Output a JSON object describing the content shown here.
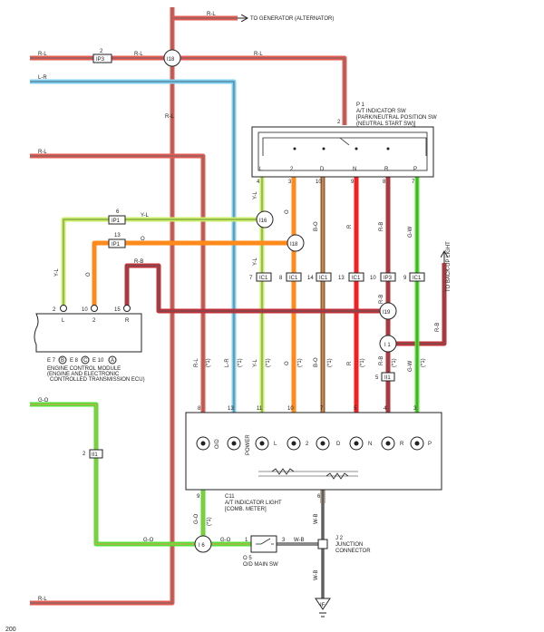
{
  "labels": {
    "to_generator": "TO GENERATOR (ALTERNATOR)",
    "to_backup": "TO BACK-UP LIGHT",
    "p1_id": "P 1",
    "p1_l1": "A/T INDICATOR SW",
    "p1_l2": "[PARK/NEUTRAL POSITION SW",
    "p1_l3": "(NEUTRAL START SW)]",
    "ecm_l1": "ENGINE CONTROL MODULE",
    "ecm_l2": "(ENGINE AND ELECTRONIC",
    "ecm_l3": "CONTROLLED TRANSMISSION ECU)",
    "ecm_e7": "E 7",
    "ecm_e8": "E 8",
    "ecm_e10": "E 10",
    "ecm_b": "B",
    "ecm_c": "C",
    "ecm_a": "A",
    "c11_id": "C11",
    "c11_l1": "A/T INDICATOR LIGHT",
    "c11_l2": "[COMB. METER]",
    "o5_id": "O 5",
    "o5_l1": "O/D MAIN SW",
    "j2_id": "J 2",
    "j2_l1": "JUNCTION",
    "j2_l2": "CONNECTOR",
    "ground": "IF",
    "page_no": "200"
  },
  "wires": {
    "rl": "R-L",
    "lr": "L-R",
    "yl": "Y-L",
    "o": "O",
    "rb": "R-B",
    "bo": "B-O",
    "r": "R",
    "gw": "G-W",
    "go": "G-O",
    "wb": "W-B",
    "star1": "(*1)"
  },
  "connectors": {
    "i18": "I18",
    "i16": "I16",
    "i19": "I19",
    "i1": "I 1",
    "i6": "I 6",
    "ip3": "IP3",
    "ip1": "IP1",
    "ii": "II",
    "ii1": "II1",
    "ic1": "IC1"
  },
  "pins": {
    "two": "2",
    "three": "3",
    "one": "1",
    "four": "4",
    "five": "5",
    "six": "6",
    "seven": "7",
    "eight": "8",
    "nine": "9",
    "ten": "10",
    "eleven": "11",
    "thirteen": "13",
    "fourteen": "14",
    "fifteen": "15"
  },
  "positions": {
    "L": "L",
    "two": "2",
    "D": "D",
    "N": "N",
    "R": "R",
    "P": "P",
    "OD": "O/D",
    "POWER": "POWER"
  },
  "colors": {
    "red_wire": "#e03030",
    "red_trace": "#5a5a5a",
    "blue_wire": "#6ec6ea",
    "yellowgreen": "#c8ef6a",
    "orange": "#ff8a1c",
    "brown": "#9b5c28",
    "bright_red": "#f22020",
    "darkred": "#c03038",
    "green": "#55e035",
    "gray": "#8a8a8a"
  }
}
